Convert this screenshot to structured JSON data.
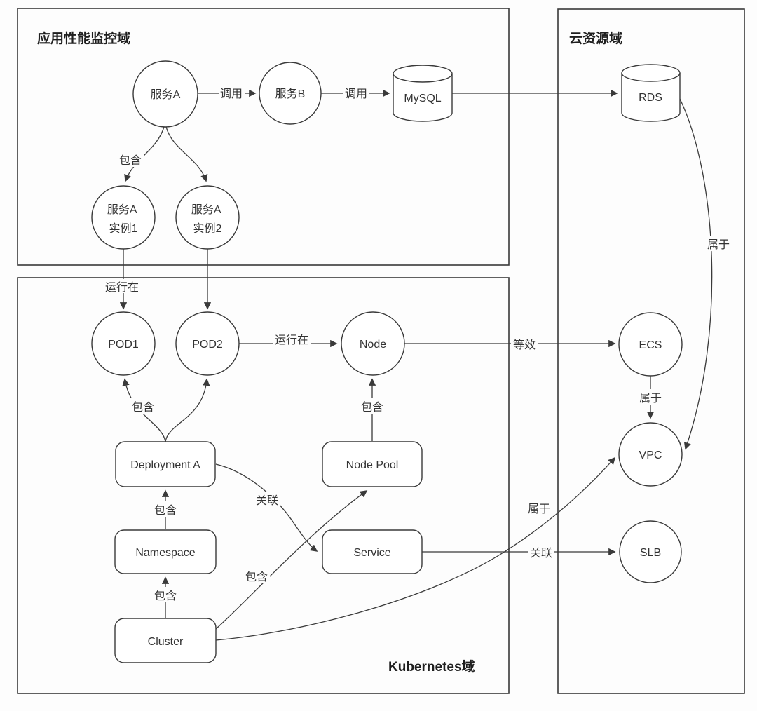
{
  "diagram": {
    "domains": {
      "apm": {
        "title": "应用性能监控域"
      },
      "kubernetes": {
        "title": "Kubernetes域"
      },
      "cloud": {
        "title": "云资源域"
      }
    },
    "nodes": {
      "service_a": {
        "label": "服务A"
      },
      "service_b": {
        "label": "服务B"
      },
      "mysql": {
        "label": "MySQL"
      },
      "service_a_instance1": {
        "line1": "服务A",
        "line2": "实例1"
      },
      "service_a_instance2": {
        "line1": "服务A",
        "line2": "实例2"
      },
      "pod1": {
        "label": "POD1"
      },
      "pod2": {
        "label": "POD2"
      },
      "node": {
        "label": "Node"
      },
      "deployment_a": {
        "label": "Deployment A"
      },
      "node_pool": {
        "label": "Node Pool"
      },
      "namespace": {
        "label": "Namespace"
      },
      "service": {
        "label": "Service"
      },
      "cluster": {
        "label": "Cluster"
      },
      "rds": {
        "label": "RDS"
      },
      "ecs": {
        "label": "ECS"
      },
      "vpc": {
        "label": "VPC"
      },
      "slb": {
        "label": "SLB"
      }
    },
    "edges": {
      "service_a_calls_service_b": "调用",
      "service_b_calls_mysql": "调用",
      "service_a_contains_instances": "包含",
      "instance1_runs_on_pod1": "运行在",
      "pod2_runs_on_node": "运行在",
      "deployment_contains_pods": "包含",
      "node_pool_contains_node": "包含",
      "namespace_contains_deployment": "包含",
      "cluster_contains_namespace": "包含",
      "cluster_contains_node_pool": "包含",
      "deployment_assoc_service": "关联",
      "service_assoc_slb": "关联",
      "node_equiv_ecs": "等效",
      "ecs_belongs_to_vpc": "属于",
      "cluster_belongs_to_vpc": "属于",
      "rds_belongs_to_vpc": "属于"
    },
    "colors": {
      "stroke": "#3a3a3a",
      "background": "#fdfdfd",
      "node_fill": "#ffffff",
      "text": "#333333"
    }
  }
}
